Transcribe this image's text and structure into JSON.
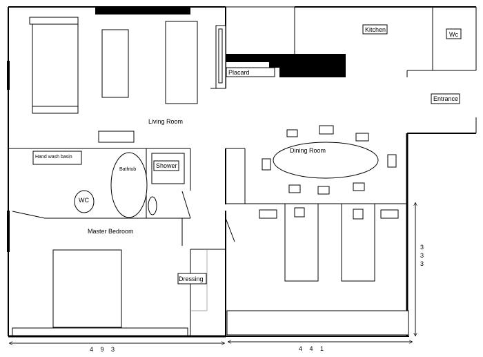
{
  "rooms": {
    "living_room": "Living Room",
    "kitchen": "Kitchen",
    "wc_top": "Wc",
    "placard": "Placard",
    "entrance": "Entrance",
    "dining_room": "Dining Room",
    "hand_wash_basin": "Hand wash basin",
    "bathtub": "Bathtub",
    "shower": "Shower",
    "wc_bath": "WC",
    "master_bedroom": "Master Bedroom",
    "dressing": "Dressing"
  },
  "dimensions": {
    "bottom_left": "4 9 3",
    "bottom_right": "4 4 1",
    "right_side": [
      "3",
      "3",
      "3"
    ]
  },
  "colors": {
    "wall": "#000000",
    "fill": "#ffffff"
  }
}
